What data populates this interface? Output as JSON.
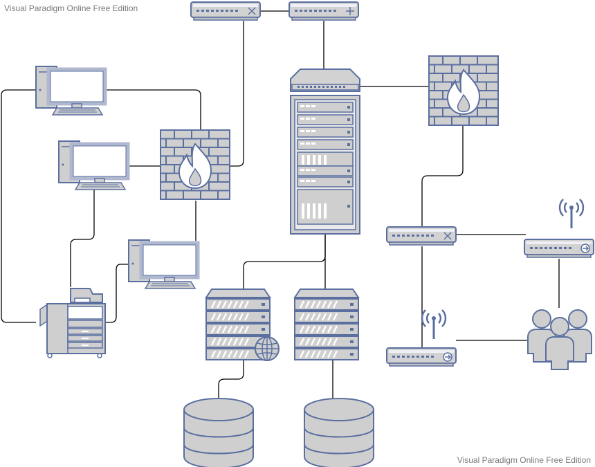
{
  "watermark": {
    "top": "Visual Paradigm Online Free Edition",
    "bottom": "Visual Paradigm Online Free Edition"
  },
  "colors": {
    "fill": "#c9c9c9",
    "stroke": "#5a6fa0",
    "light": "#eef0f6",
    "line": "#000000"
  },
  "nodes": [
    {
      "id": "switch-top-left",
      "icon": "switch-icon"
    },
    {
      "id": "switch-top-right",
      "icon": "switch-icon"
    },
    {
      "id": "server-rack",
      "icon": "server-rack-icon"
    },
    {
      "id": "firewall-left",
      "icon": "firewall-icon"
    },
    {
      "id": "firewall-right",
      "icon": "firewall-icon"
    },
    {
      "id": "pc-1",
      "icon": "desktop-computer-icon"
    },
    {
      "id": "pc-2",
      "icon": "desktop-computer-icon"
    },
    {
      "id": "pc-3",
      "icon": "desktop-computer-icon"
    },
    {
      "id": "printer",
      "icon": "multifunction-printer-icon"
    },
    {
      "id": "web-server",
      "icon": "web-server-icon"
    },
    {
      "id": "server",
      "icon": "server-icon"
    },
    {
      "id": "database-left",
      "icon": "database-icon"
    },
    {
      "id": "database-right",
      "icon": "database-icon"
    },
    {
      "id": "switch-right",
      "icon": "switch-icon"
    },
    {
      "id": "wireless-router-top",
      "icon": "wireless-router-icon"
    },
    {
      "id": "wireless-router-bottom",
      "icon": "wireless-router-icon"
    },
    {
      "id": "users",
      "icon": "users-group-icon"
    }
  ],
  "connections": [
    [
      "switch-top-left",
      "switch-top-right"
    ],
    [
      "switch-top-right",
      "server-rack"
    ],
    [
      "server-rack",
      "firewall-right"
    ],
    [
      "switch-top-left",
      "firewall-left"
    ],
    [
      "pc-1",
      "firewall-left"
    ],
    [
      "pc-2",
      "firewall-left"
    ],
    [
      "pc-3",
      "firewall-left"
    ],
    [
      "pc-1",
      "printer"
    ],
    [
      "pc-2",
      "printer"
    ],
    [
      "pc-3",
      "printer"
    ],
    [
      "server-rack",
      "web-server"
    ],
    [
      "server-rack",
      "server"
    ],
    [
      "web-server",
      "database-left"
    ],
    [
      "server",
      "database-right"
    ],
    [
      "firewall-right",
      "switch-right"
    ],
    [
      "switch-right",
      "wireless-router-top"
    ],
    [
      "switch-right",
      "wireless-router-bottom"
    ],
    [
      "wireless-router-top",
      "users"
    ],
    [
      "wireless-router-bottom",
      "users"
    ]
  ]
}
